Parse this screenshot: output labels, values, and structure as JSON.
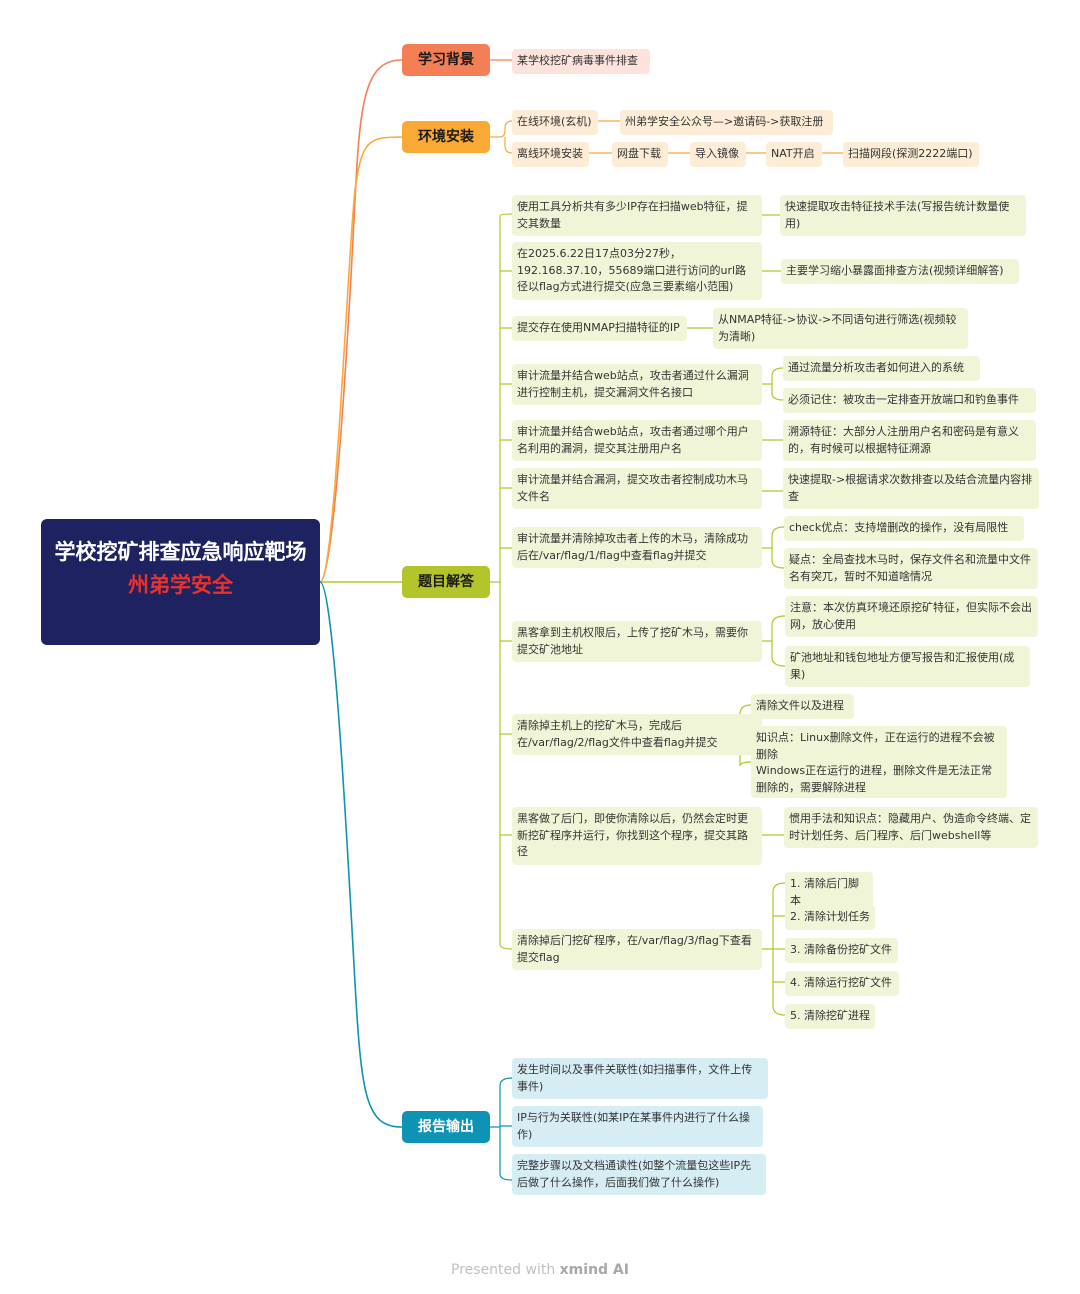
{
  "root": {
    "title": "学校挖矿排查应急响应靶场",
    "subtitle": "州弟学安全"
  },
  "branches": {
    "background": {
      "label": "学习背景",
      "items": [
        "某学校挖矿病毒事件排查"
      ]
    },
    "env": {
      "label": "环境安装",
      "online": {
        "label": "在线环境(玄机)",
        "next": "州弟学安全公众号—>邀请码->获取注册"
      },
      "offline": {
        "label": "离线环境安装",
        "steps": [
          "网盘下载",
          "导入镜像",
          "NAT开启",
          "扫描网段(探测2222端口)"
        ]
      }
    },
    "questions": {
      "label": "题目解答",
      "items": [
        {
          "q": "使用工具分析共有多少IP存在扫描web特征，提交其数量",
          "notes": [
            "快速提取攻击特征技术手法(写报告统计数量使用)"
          ]
        },
        {
          "q": "在2025.6.22日17点03分27秒，192.168.37.10，55689端口进行访问的url路径以flag方式进行提交(应急三要素缩小范围)",
          "notes": [
            "主要学习缩小暴露面排查方法(视频详细解答)"
          ]
        },
        {
          "q": "提交存在使用NMAP扫描特征的IP",
          "notes": [
            "从NMAP特征->协议->不同语句进行筛选(视频较为清晰)"
          ]
        },
        {
          "q": "审计流量并结合web站点，攻击者通过什么漏洞进行控制主机，提交漏洞文件名接口",
          "notes": [
            "通过流量分析攻击者如何进入的系统",
            "必须记住：被攻击一定排查开放端口和钓鱼事件"
          ]
        },
        {
          "q": "审计流量并结合web站点，攻击者通过哪个用户名利用的漏洞，提交其注册用户名",
          "notes": [
            "溯源特征：大部分人注册用户名和密码是有意义的，有时候可以根据特征溯源"
          ]
        },
        {
          "q": "审计流量并结合漏洞，提交攻击者控制成功木马文件名",
          "notes": [
            "快速提取->根据请求次数排查以及结合流量内容排查"
          ]
        },
        {
          "q": "审计流量并清除掉攻击者上传的木马，清除成功后在/var/flag/1/flag中查看flag并提交",
          "notes": [
            "check优点：支持增删改的操作，没有局限性",
            "疑点：全局查找木马时，保存文件名和流量中文件名有突兀，暂时不知道啥情况"
          ]
        },
        {
          "q": "黑客拿到主机权限后，上传了挖矿木马，需要你提交矿池地址",
          "notes": [
            "注意：本次仿真环境还原挖矿特征，但实际不会出网，放心使用",
            "矿池地址和钱包地址方便写报告和汇报使用(成果)"
          ]
        },
        {
          "q": "清除掉主机上的挖矿木马，完成后在/var/flag/2/flag文件中查看flag并提交",
          "notes": [
            "清除文件以及进程",
            "知识点：Linux删除文件，正在运行的进程不会被删除",
            "Windows正在运行的进程，删除文件是无法正常删除的，需要解除进程"
          ]
        },
        {
          "q": "黑客做了后门，即使你清除以后，仍然会定时更新挖矿程序并运行，你找到这个程序，提交其路径",
          "notes": [
            "惯用手法和知识点：隐藏用户、伪造命令终端、定时计划任务、后门程序、后门webshell等"
          ]
        },
        {
          "q": "清除掉后门挖矿程序，在/var/flag/3/flag下查看提交flag",
          "notes": [
            "1. 清除后门脚本",
            "2. 清除计划任务",
            "3. 清除备份挖矿文件",
            "4. 清除运行挖矿文件",
            "5. 清除挖矿进程"
          ]
        }
      ]
    },
    "report": {
      "label": "报告输出",
      "items": [
        "发生时间以及事件关联性(如扫描事件，文件上传事件)",
        "IP与行为关联性(如某IP在某事件内进行了什么操作)",
        "完整步骤以及文档通读性(如整个流量包这些IP先后做了什么操作，后面我们做了什么操作)"
      ]
    }
  },
  "footer": {
    "prefix": "Presented with ",
    "brand": "xmind AI"
  },
  "colors": {
    "root_bg": "#1f2261",
    "subtitle": "#e8322a",
    "background_branch": "#f47f56",
    "env_branch": "#f9a934",
    "questions_branch": "#b4c52b",
    "report_branch": "#0d93b3"
  }
}
